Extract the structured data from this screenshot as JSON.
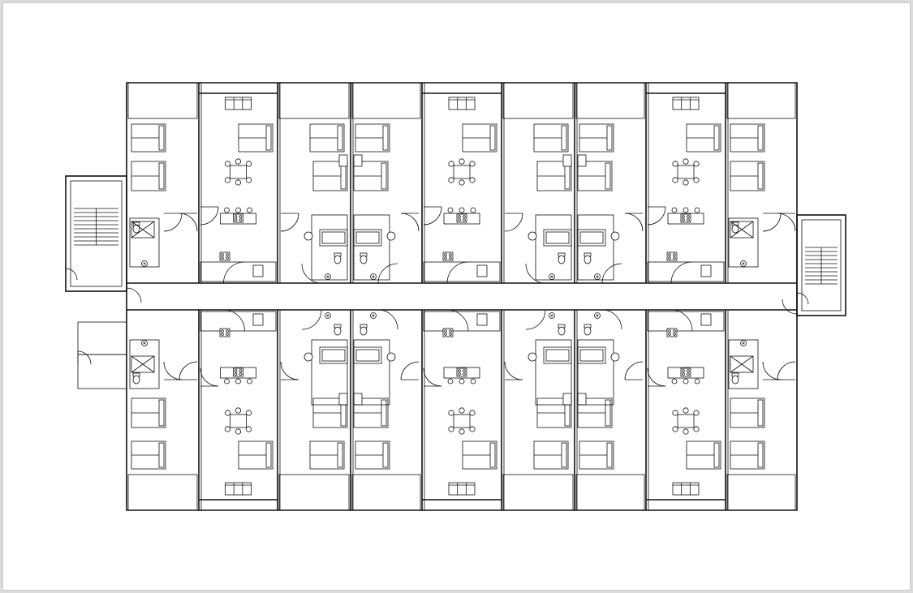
{
  "diagram": {
    "kind": "floor-plan",
    "line_color": "#111111",
    "paper_color": "#ffffff",
    "background_color": "#dcdcdc",
    "north_units": 9,
    "south_units": 9,
    "stairs": 2,
    "unit_types": [
      "end-unit",
      "studio",
      "mirrored-pair"
    ],
    "north_row": [
      "end-unit",
      "studio",
      "mirrored-pair",
      "mirrored-pair",
      "studio",
      "mirrored-pair",
      "mirrored-pair",
      "studio",
      "end-unit"
    ],
    "south_row": [
      "end-unit",
      "studio",
      "mirrored-pair",
      "mirrored-pair",
      "studio",
      "mirrored-pair",
      "mirrored-pair",
      "studio",
      "end-unit"
    ]
  }
}
